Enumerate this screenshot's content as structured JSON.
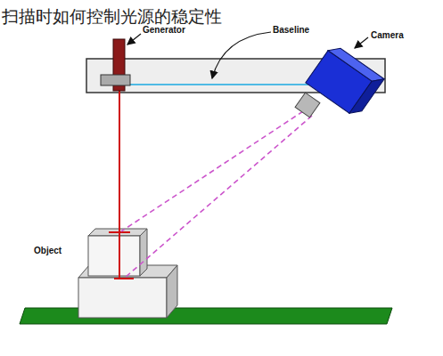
{
  "diagram": {
    "title": "扫描时如何控制光源的稳定性",
    "labels": [
      "Generator",
      "Baseline",
      "Camera",
      "Object"
    ]
  }
}
